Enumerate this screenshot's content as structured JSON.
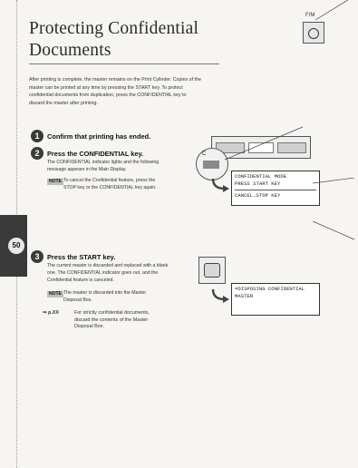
{
  "header": {
    "title_line1": "Protecting Confidential",
    "title_line2": "Documents",
    "icon_label": "F/M",
    "icon_name": "dial-icon"
  },
  "intro": "After printing is complete, the master remains on the Print Cylinder. Copies of the master can be printed at any time by pressing the START key. To protect confidential documents from duplication, press the CONFIDENTIAL key to discard the master after printing.",
  "page_number": "50",
  "steps": [
    {
      "number": "1",
      "heading": "Confirm that printing has ended."
    },
    {
      "number": "2",
      "heading": "Press the CONFIDENTIAL key.",
      "body": "The CONFIDENTIAL indicator lights and the following message appears in the Main Display.",
      "note_tag": "NOTE",
      "note": "To cancel the Confidential feature, press the STOP key or the CONFIDENTIAL key again.",
      "zoom_label": "C",
      "display_lines": [
        "CONFIDENTIAL MODE",
        "PRESS START KEY",
        "CANCEL→STOP KEY"
      ]
    },
    {
      "number": "3",
      "heading": "Press the START key.",
      "body": "The current master is discarded and replaced with a blank one. The CONFIDENTIAL indicator goes out, and the Confidential feature is canceled.",
      "note_tag": "NOTE",
      "note": "The master is discarded into the Master Disposal Box.",
      "ref_tag": "⇒ p.XX",
      "ref": "For strictly confidential documents, discard the contents of the Master Disposal Box.",
      "display_line": "=DISPOSING CONFIDENTIAL MASTER"
    }
  ]
}
